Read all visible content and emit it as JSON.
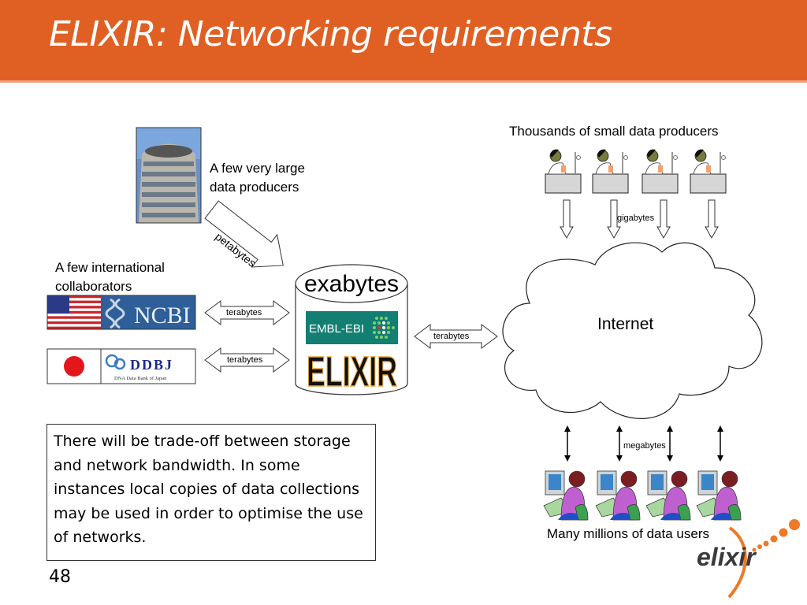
{
  "slide": {
    "title": "ELIXIR: Networking requirements",
    "page_number": "48",
    "accent_color": "#e06024"
  },
  "diagram": {
    "large_producers": {
      "label_line1": "A few very large",
      "label_line2": "data producers",
      "image": "building-photo",
      "link_label": "petabytes"
    },
    "collaborators": {
      "label_line1": "A few international",
      "label_line2": "collaborators",
      "items": [
        {
          "name": "NCBI",
          "flag": "usa-flag",
          "link_label": "terabytes"
        },
        {
          "name": "DDBJ",
          "subtitle": "DNA Data Bank of Japan",
          "flag": "japan-flag",
          "link_label": "terabytes"
        }
      ]
    },
    "central_store": {
      "label": "exabytes",
      "logos": [
        "EMBL-EBI",
        "ELIXIR"
      ],
      "link_label": "terabytes"
    },
    "small_producers": {
      "label": "Thousands of small data producers",
      "count_shown": 4,
      "link_label": "gigabytes"
    },
    "internet": {
      "label": "Internet"
    },
    "users": {
      "label": "Many millions of data users",
      "count_shown": 4,
      "link_label": "megabytes"
    }
  },
  "note": {
    "text": "There will be trade-off between storage and network bandwidth. In some instances local copies of data collections may be used in order to optimise the use of networks."
  },
  "logo": {
    "text": "elixir"
  }
}
